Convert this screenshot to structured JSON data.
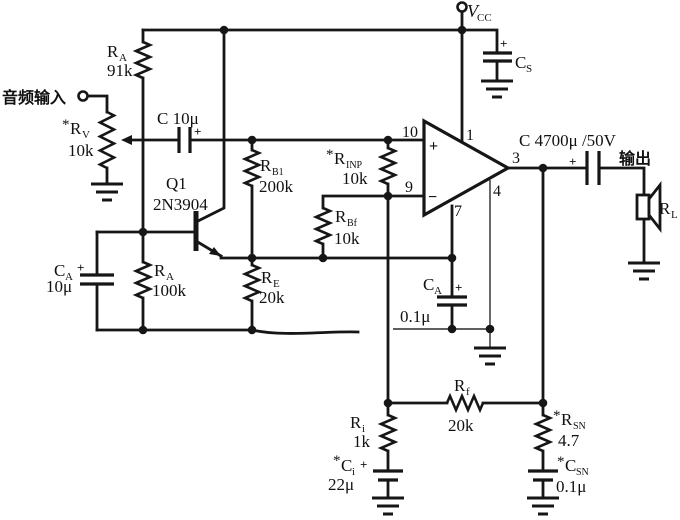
{
  "colors": {
    "ink": "#161616",
    "bg": "#ffffff"
  },
  "power": {
    "vcc_main": "V",
    "vcc_sub": "CC"
  },
  "io": {
    "input_label": "音频输入",
    "output_label": "输出"
  },
  "opamp": {
    "pin_top_in": "10",
    "pin_bot_in": "9",
    "pin_vcc": "1",
    "pin_out": "3",
    "pin_4": "4",
    "pin_7": "7",
    "plus_sign": "+",
    "minus_sign": "−"
  },
  "components": {
    "ra1": {
      "ref": "R",
      "sub": "A",
      "value": "91k"
    },
    "rv": {
      "star": "*",
      "ref": "R",
      "sub": "V",
      "value": "10k"
    },
    "cin": {
      "label": "C 10μ",
      "plus": "+"
    },
    "q1": {
      "ref": "Q1",
      "part": "2N3904"
    },
    "rb1": {
      "ref": "R",
      "sub": "B1",
      "value": "200k"
    },
    "rinp": {
      "star": "*",
      "ref": "R",
      "sub": "INP",
      "value": "10k"
    },
    "rbf": {
      "ref": "R",
      "sub": "Bf",
      "value": "10k"
    },
    "ra2": {
      "ref": "R",
      "sub": "A",
      "value": "100k"
    },
    "re": {
      "ref": "R",
      "sub": "E",
      "value": "20k"
    },
    "ca1": {
      "ref": "C",
      "sub": "A",
      "plus": "+",
      "value": "10μ"
    },
    "cs": {
      "ref": "C",
      "sub": "S",
      "plus": "+"
    },
    "ca2": {
      "ref": "C",
      "sub": "A",
      "plus": "+",
      "value": "0.1μ"
    },
    "cout": {
      "label": "C 4700μ /50V",
      "plus": "+"
    },
    "rl": {
      "ref": "R",
      "sub": "L"
    },
    "rf": {
      "ref": "R",
      "sub": "f",
      "value": "20k"
    },
    "ri": {
      "ref": "R",
      "sub": "i",
      "value": "1k"
    },
    "ci": {
      "star": "*",
      "ref": "C",
      "sub": "i",
      "plus": "+",
      "value": "22μ"
    },
    "rsn": {
      "star": "*",
      "ref": "R",
      "sub": "SN",
      "value": "4.7"
    },
    "csn": {
      "star": "*",
      "ref": "C",
      "sub": "SN",
      "value": "0.1μ"
    }
  }
}
